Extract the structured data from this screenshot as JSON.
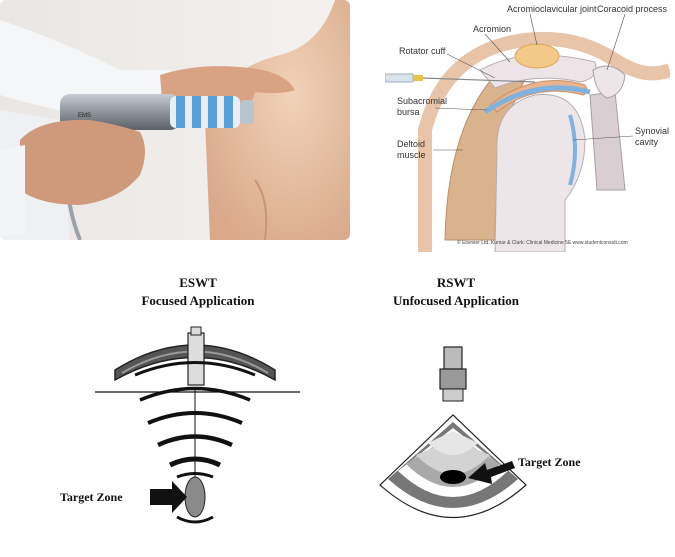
{
  "photo": {
    "device_brand": "EMS"
  },
  "anatomy": {
    "labels": {
      "acromioclavicular_joint": "Acromioclavicular joint",
      "coracoid_process": "Coracoid process",
      "acromion": "Acromion",
      "rotator_cuff": "Rotator cuff",
      "subacromial_bursa_1": "Subacromial",
      "subacromial_bursa_2": "bursa",
      "deltoid_1": "Deltoid",
      "deltoid_2": "muscle",
      "synovial_1": "Synovial",
      "synovial_2": "cavity"
    },
    "credit": "© Elsevier Ltd. Kumar & Clark: Clinical Medicine 5E  www.studentconsult.com"
  },
  "eswt": {
    "title_1": "ESWT",
    "title_2": "Focused Application",
    "target_label": "Target Zone"
  },
  "rswt": {
    "title_1": "RSWT",
    "title_2": "Unfocused Application",
    "target_label": "Target Zone"
  },
  "colors": {
    "skin": "#e8c4a8",
    "device_blue": "#5aa0d8",
    "bursa_blue": "#7fb2de",
    "deltoid": "#d9b38c",
    "bone": "#e9e2e4"
  }
}
